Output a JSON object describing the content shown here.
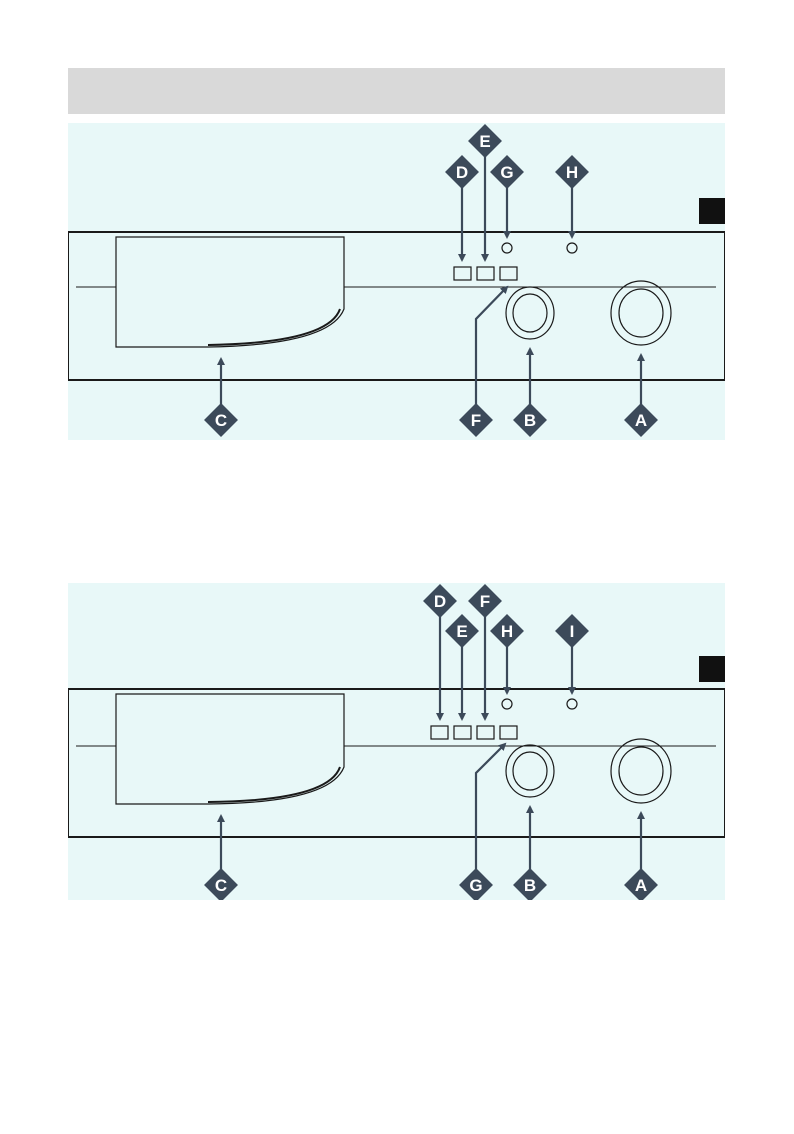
{
  "colors": {
    "panel_background": "#e8f8f8",
    "header_background": "#d9d9d9",
    "outline": "#1a1a1a",
    "callout": "#3c4a5a",
    "callout_text": "#ffffff"
  },
  "diagrams": [
    {
      "callouts": {
        "A": "A",
        "B": "B",
        "C": "C",
        "D": "D",
        "E": "E",
        "F": "F",
        "G": "G",
        "H": "H"
      }
    },
    {
      "callouts": {
        "A": "A",
        "B": "B",
        "C": "C",
        "D": "D",
        "E": "E",
        "F": "F",
        "G": "G",
        "H": "H",
        "I": "I"
      }
    }
  ]
}
